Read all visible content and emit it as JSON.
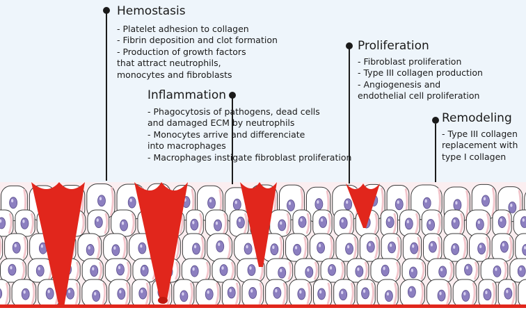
{
  "stages": [
    {
      "id": "hemostasis",
      "title": "Hemostasis",
      "items": [
        "- Platelet adhesion to collagen",
        "- Fibrin deposition and clot formation",
        "- Production of growth factors that attract neutrophils, monocytes and fibroblasts"
      ]
    },
    {
      "id": "inflammation",
      "title": "Inflammation",
      "items": [
        "- Phagocytosis of pathogens, dead cells and damaged ECM by neutrophils",
        "- Monocytes arrive and differenciate into macrophages",
        "- Macrophages instigate fibroblast proliferation"
      ]
    },
    {
      "id": "proliferation",
      "title": "Proliferation",
      "items": [
        "- Fibroblast proliferation",
        "- Type III collagen production",
        "- Angiogenesis and endothelial cell proliferation"
      ]
    },
    {
      "id": "remodeling",
      "title": "Remodeling",
      "items": [
        "- Type III collagen replacement with type I collagen"
      ]
    }
  ],
  "colors": {
    "wound_red": "#e1261c",
    "nucleus": "#8c7fc0",
    "cell_outline": "#3a3a3a",
    "cell_fill": "#ffffff",
    "cell_blush": "#f3c6cc",
    "background": "#eef5fb"
  }
}
